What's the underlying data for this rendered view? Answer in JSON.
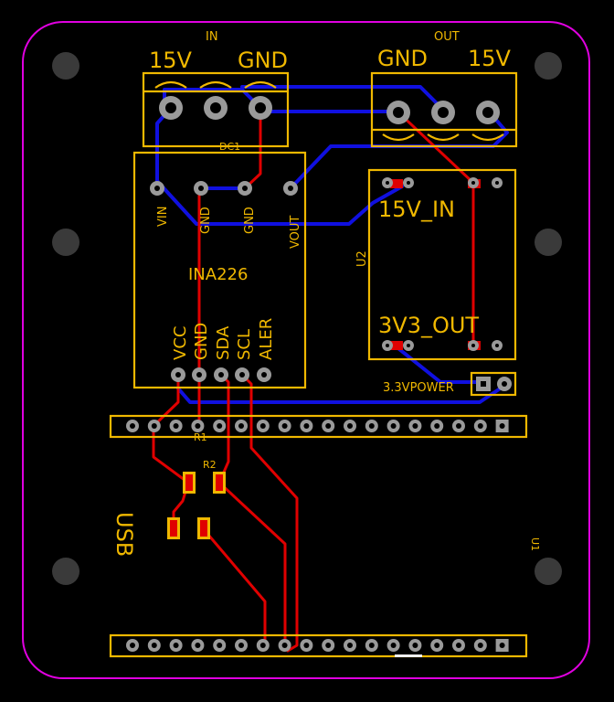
{
  "connectors": {
    "in_label": "IN",
    "in_left": "15V",
    "in_right": "GND",
    "in_ref": "DC1",
    "out_label": "OUT",
    "out_left": "GND",
    "out_right": "15V"
  },
  "ina": {
    "name": "INA226",
    "top_pins": [
      "VIN",
      "GND",
      "GND",
      "VOUT"
    ],
    "bottom_pins": [
      "VCC",
      "GND",
      "SDA",
      "SCL",
      "ALER"
    ]
  },
  "regulator": {
    "ref": "U2",
    "in_label": "15V_IN",
    "out_label": "3V3_OUT",
    "power_label": "3.3VPOWER"
  },
  "resistors": {
    "r1": "R1",
    "r2": "R2"
  },
  "usb_label": "USB",
  "u1_label": "U1",
  "colors": {
    "board_edge": "#e000e0",
    "silkscreen": "#f0b800",
    "top_copper": "#e00000",
    "bottom_copper": "#1010e0",
    "pad": "#9a9a9a"
  }
}
